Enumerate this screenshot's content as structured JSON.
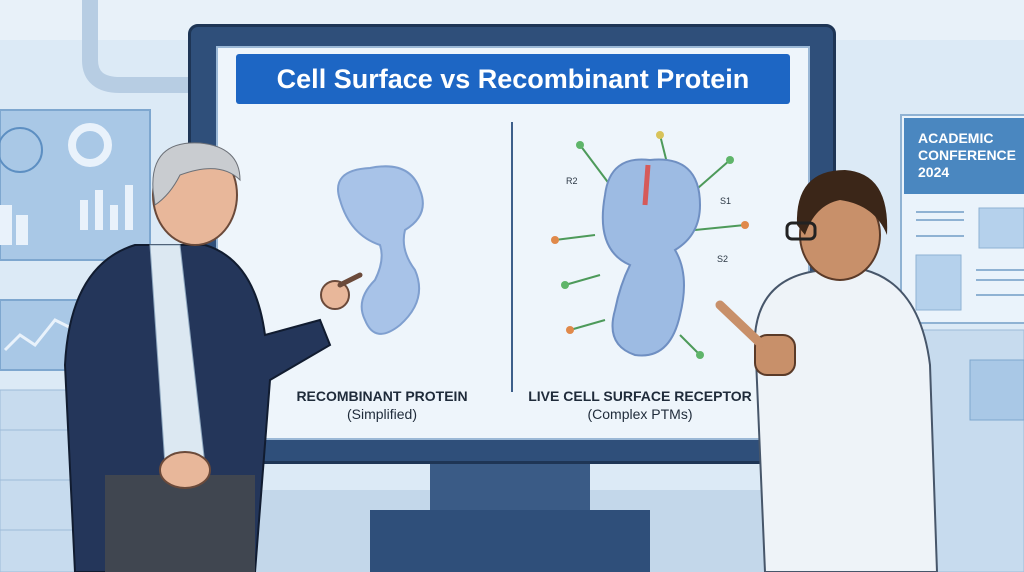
{
  "screen": {
    "title": "Cell Surface vs Recombinant Protein",
    "left_panel": {
      "label": "RECOMBINANT PROTEIN",
      "sublabel": "(Simplified)"
    },
    "right_panel": {
      "label": "LIVE CELL SURFACE RECEPTOR",
      "sublabel": "(Complex PTMs)",
      "annotations": [
        "R2",
        "S1",
        "S2"
      ]
    }
  },
  "poster": {
    "line1": "ACADEMIC",
    "line2": "CONFERENCE",
    "line3": "2024"
  },
  "colors": {
    "title_bar": "#1d66c4",
    "protein": "#9dbbe3",
    "monitor": "#2f4f7a",
    "background": "#dceaf6"
  }
}
